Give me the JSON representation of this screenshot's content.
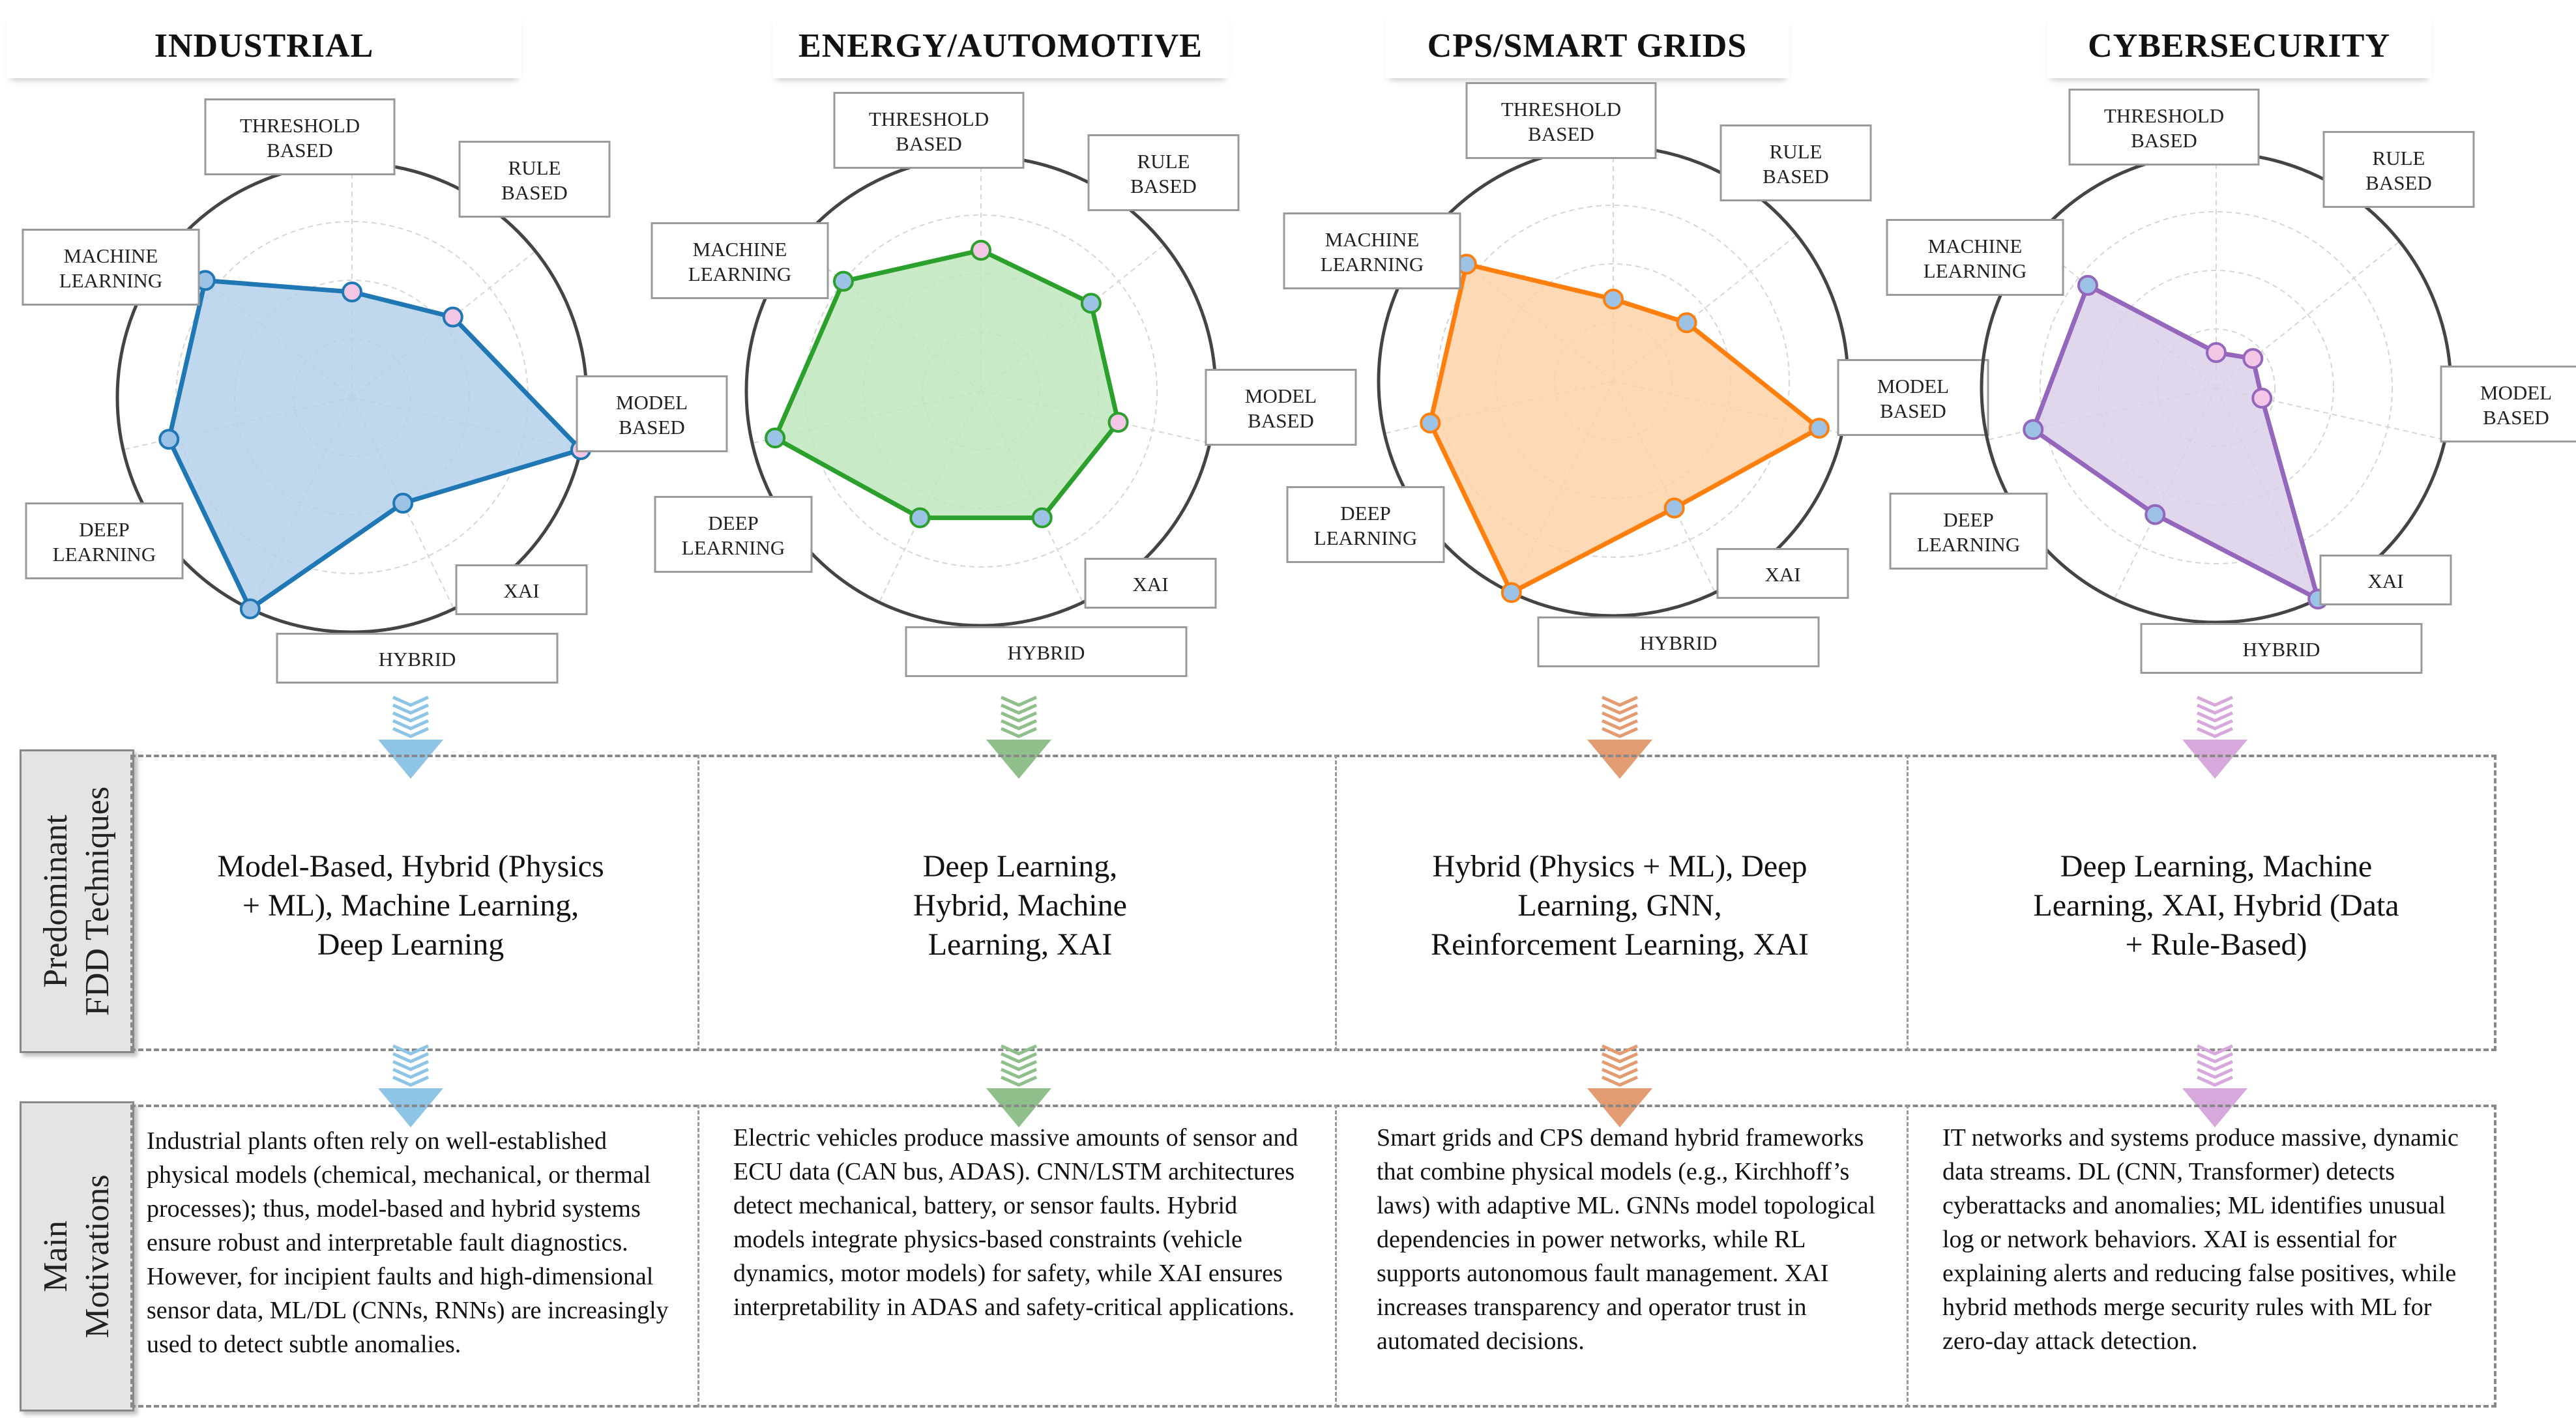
{
  "columns": [
    {
      "title": "INDUSTRIAL",
      "color": "#1f77b4",
      "fill": "#b5d1ea",
      "arrow_color": "#8ec4e6",
      "techniques": "Model-Based, Hybrid (Physics + ML), Machine Learning, Deep Learning",
      "motivation": "Industrial plants often rely on well-established physical models (chemical, mechanical, or thermal processes); thus, model-based and hybrid systems ensure robust and interpretable fault diagnostics. However, for incipient faults and high-dimensional sensor data, ML/DL (CNNs, RNNs) are increasingly used to detect subtle anomalies."
    },
    {
      "title": "ENERGY/AUTOMOTIVE",
      "color": "#2ca02c",
      "fill": "#bfe6bd",
      "arrow_color": "#8fbf8a",
      "techniques": "Deep Learning, Hybrid, Machine Learning, XAI",
      "motivation": "Electric vehicles produce massive amounts of sensor and ECU data (CAN bus, ADAS). CNN/LSTM architectures detect mechanical, battery, or sensor faults. Hybrid models integrate physics-based constraints (vehicle dynamics, motor models) for safety, while XAI ensures interpretability in ADAS and safety-critical applications."
    },
    {
      "title": "CPS/SMART GRIDS",
      "color": "#ff7f0e",
      "fill": "#fdd2a8",
      "arrow_color": "#e39b72",
      "techniques": "Hybrid (Physics + ML), Deep Learning, GNN, Reinforcement Learning, XAI",
      "motivation": "Smart grids and CPS demand hybrid frameworks that combine physical models (e.g., Kirchhoff’s laws) with adaptive ML. GNNs model topological dependencies in power networks, while RL supports autonomous fault management. XAI increases transparency and operator trust in automated decisions."
    },
    {
      "title": "CYBERSECURITY",
      "color": "#9467bd",
      "fill": "#dcd0ea",
      "arrow_color": "#d7a8dc",
      "techniques": "Deep Learning, Machine Learning, XAI, Hybrid (Data + Rule-Based)",
      "motivation": "IT networks and systems produce massive, dynamic data streams. DL (CNN, Transformer) detects cyberattacks and anomalies; ML identifies unusual log or network behaviors. XAI is essential for explaining alerts and reducing false positives, while hybrid methods merge security rules with ML for zero-day attack detection."
    }
  ],
  "row_labels": {
    "techniques": [
      "Predominant",
      "FDD Techniques"
    ],
    "motivations": [
      "Main",
      "Motivations"
    ]
  },
  "axis_labels": [
    [
      "THRESHOLD",
      "BASED"
    ],
    [
      "RULE",
      "BASED"
    ],
    [
      "MODEL",
      "BASED"
    ],
    [
      "XAI"
    ],
    [
      "HYBRID"
    ],
    [
      "DEEP",
      "LEARNING"
    ],
    [
      "MACHINE",
      "LEARNING"
    ]
  ],
  "chart_data": [
    {
      "type": "radar",
      "title": "INDUSTRIAL",
      "axes": [
        "THRESHOLD BASED",
        "RULE BASED",
        "MODEL BASED",
        "XAI",
        "HYBRID",
        "DEEP LEARNING",
        "MACHINE LEARNING"
      ],
      "values": [
        0.45,
        0.55,
        1.0,
        0.5,
        1.0,
        0.8,
        0.8
      ],
      "rmax": 1.0
    },
    {
      "type": "radar",
      "title": "ENERGY/AUTOMOTIVE",
      "axes": [
        "THRESHOLD BASED",
        "RULE BASED",
        "MODEL BASED",
        "XAI",
        "HYBRID",
        "DEEP LEARNING",
        "MACHINE LEARNING"
      ],
      "values": [
        0.6,
        0.6,
        0.6,
        0.6,
        0.6,
        0.9,
        0.75
      ],
      "rmax": 1.0
    },
    {
      "type": "radar",
      "title": "CPS/SMART GRIDS",
      "axes": [
        "THRESHOLD BASED",
        "RULE BASED",
        "MODEL BASED",
        "XAI",
        "HYBRID",
        "DEEP LEARNING",
        "MACHINE LEARNING"
      ],
      "values": [
        0.35,
        0.4,
        0.9,
        0.6,
        1.0,
        0.8,
        0.8
      ],
      "rmax": 1.0
    },
    {
      "type": "radar",
      "title": "CYBERSECURITY",
      "axes": [
        "THRESHOLD BASED",
        "RULE BASED",
        "MODEL BASED",
        "XAI",
        "HYBRID",
        "DEEP LEARNING",
        "MACHINE LEARNING"
      ],
      "values": [
        0.15,
        0.2,
        0.2,
        1.0,
        0.6,
        0.8,
        0.7
      ],
      "rmax": 1.0
    }
  ]
}
